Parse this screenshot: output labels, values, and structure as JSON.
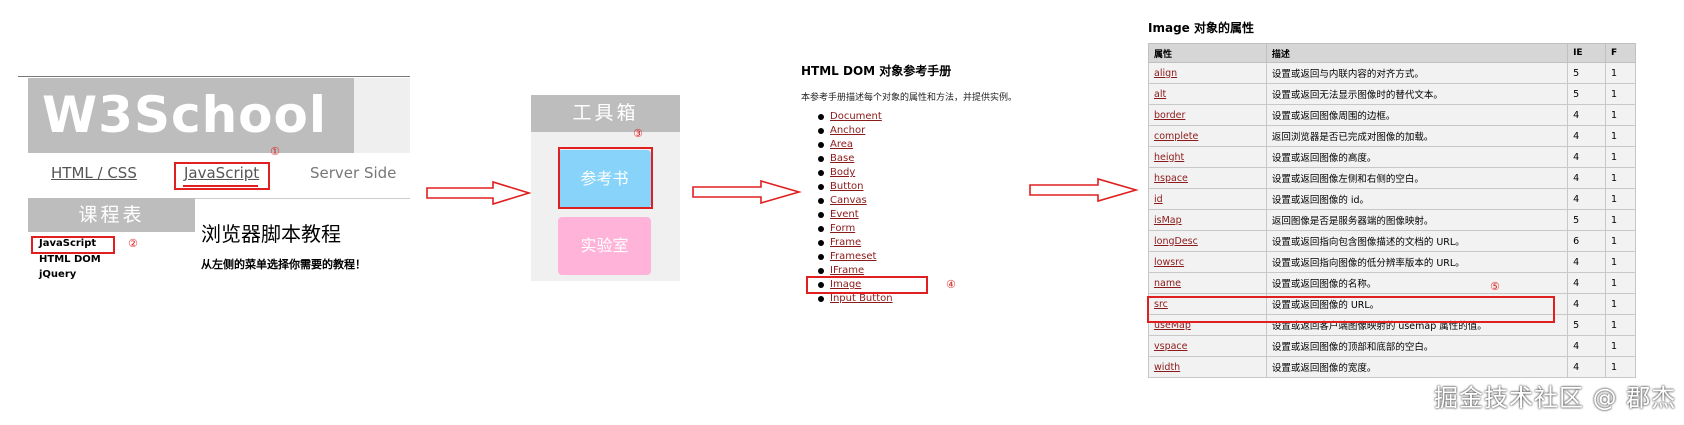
{
  "panel1": {
    "logo": "W3School",
    "nav": [
      {
        "label": "HTML / CSS"
      },
      {
        "label": "JavaScript"
      },
      {
        "label": "Server Side"
      }
    ],
    "side_heading": "课程表",
    "side_items": [
      "JavaScript",
      "HTML DOM",
      "jQuery"
    ],
    "main_title": "浏览器脚本教程",
    "main_subtitle": "从左侧的菜单选择你需要的教程！",
    "markers": [
      "①",
      "②"
    ]
  },
  "panel2": {
    "heading": "工具箱",
    "buttons": [
      "参考书",
      "实验室"
    ],
    "marker": "③",
    "colors": {
      "reference": "#87d3fa",
      "lab": "#ffb3d9"
    }
  },
  "panel3": {
    "title": "HTML DOM 对象参考手册",
    "desc": "本参考手册描述每个对象的属性和方法，并提供实例。",
    "links": [
      "Document",
      "Anchor",
      "Area",
      "Base",
      "Body",
      "Button",
      "Canvas",
      "Event",
      "Form",
      "Frame",
      "Frameset",
      "IFrame",
      "Image",
      "Input Button"
    ],
    "marker": "④"
  },
  "panel4": {
    "title": "Image 对象的属性",
    "headers": [
      "属性",
      "描述",
      "IE",
      "F"
    ],
    "rows": [
      [
        "align",
        "设置或返回与内联内容的对齐方式。",
        "5",
        "1"
      ],
      [
        "alt",
        "设置或返回无法显示图像时的替代文本。",
        "5",
        "1"
      ],
      [
        "border",
        "设置或返回图像周围的边框。",
        "4",
        "1"
      ],
      [
        "complete",
        "返回浏览器是否已完成对图像的加载。",
        "4",
        "1"
      ],
      [
        "height",
        "设置或返回图像的高度。",
        "4",
        "1"
      ],
      [
        "hspace",
        "设置或返回图像左侧和右侧的空白。",
        "4",
        "1"
      ],
      [
        "id",
        "设置或返回图像的 id。",
        "4",
        "1"
      ],
      [
        "isMap",
        "返回图像是否是服务器端的图像映射。",
        "5",
        "1"
      ],
      [
        "longDesc",
        "设置或返回指向包含图像描述的文档的 URL。",
        "6",
        "1"
      ],
      [
        "lowsrc",
        "设置或返回指向图像的低分辨率版本的 URL。",
        "4",
        "1"
      ],
      [
        "name",
        "设置或返回图像的名称。",
        "4",
        "1"
      ],
      [
        "src",
        "设置或返回图像的 URL。",
        "4",
        "1"
      ],
      [
        "useMap",
        "设置或返回客户端图像映射的 usemap 属性的值。",
        "5",
        "1"
      ],
      [
        "vspace",
        "设置或返回图像的顶部和底部的空白。",
        "4",
        "1"
      ],
      [
        "width",
        "设置或返回图像的宽度。",
        "4",
        "1"
      ]
    ],
    "marker": "⑤"
  },
  "watermark": "掘金技术社区 @ 郡杰"
}
